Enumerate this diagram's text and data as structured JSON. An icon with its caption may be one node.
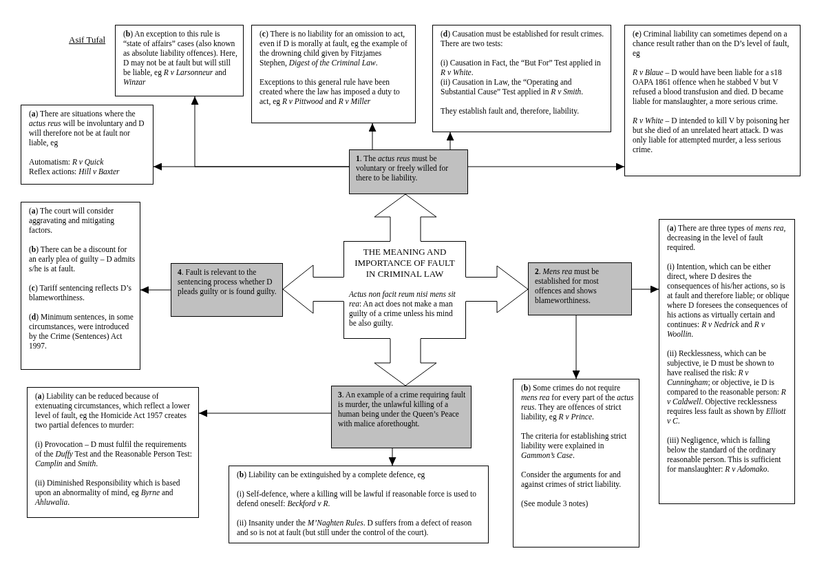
{
  "diagram": {
    "nodes": [
      {
        "text": [
          "(**b**) An exception to this rule is “state of affairs” cases (also known as absolute liability offences). Here, D may not be at fault but will still be liable, eg *R v Larsonneur* and *Winzar*"
        ]
      },
      {
        "text": [
          "(**c**) There is no liability for an omission to act, even if D is morally at fault, eg the example of the drowning child given by Fitzjames Stephen, *Digest of the Criminal Law*.",
          "Exceptions to this general rule have been created where the law has imposed a duty to act, eg *R v Pittwood* and *R v Miller*"
        ]
      },
      {
        "text": [
          "(**d**) Causation must be established for result crimes. There are two tests:",
          "(i) Causation in Fact, the “But For” Test applied in *R v White*.",
          "(ii) Causation in Law, the “Operating and Substantial Cause” Test applied in *R v Smith*.",
          "They establish fault and, therefore, liability."
        ]
      },
      {
        "text": [
          "(**e**) Criminal liability can sometimes depend on a chance result rather than on the D’s level of fault, eg",
          "*R v Blaue* – D would have been liable for a s18 OAPA 1861 offence when he stabbed V but V refused a blood transfusion and died. D became liable for manslaughter, a more serious crime.",
          "*R v White* – D intended to kill V by poisoning her but she died of an unrelated heart attack. D was only liable for attempted murder, a less serious crime."
        ]
      },
      {
        "text": [
          "(**a**) There are situations where the *actus reus* will be involuntary and D will therefore not be at fault nor liable, eg",
          "Automatism: *R v Quick*",
          "Reflex actions: *Hill v Baxter*"
        ]
      },
      {
        "text": [
          "**1**. The *actus reus* must be voluntary or freely willed for there to be liability."
        ]
      },
      {
        "text": [
          "(**a**) The court will consider aggravating and mitigating factors.",
          "(**b**) There can be a discount for an early plea of guilty – D admits s/he is at fault.",
          "(**c**) Tariff sentencing reflects D’s blameworthiness.",
          "(**d**) Minimum sentences, in some circumstances, were introduced by the Crime (Sentences) Act 1997."
        ]
      },
      {
        "text": [
          "**4**. Fault is relevant to the sentencing process whether D pleads guilty or is found guilty."
        ]
      },
      {
        "text": [
          "THE MEANING AND IMPORTANCE OF FAULT IN CRIMINAL LAW",
          "*Actus non facit reum nisi mens sit rea*: An act does not make a man guilty of a crime unless his mind be also guilty."
        ]
      },
      {
        "text": [
          "**2**. *Mens rea* must be established for most offences and shows blameworthiness."
        ]
      },
      {
        "text": [
          "(**a**) There are three types of *mens rea*, decreasing in the level of fault required.",
          "(i) Intention, which can be either direct, where D desires the consequences of his/her actions, so is at fault and therefore liable; or oblique where D foresees the consequences of his actions as virtually certain and continues: *R v Nedrick* and *R v Woollin*.",
          "(ii) Recklessness, which can be subjective, ie D must be shown to have realised the risk: *R v Cunningham*; or objective, ie D is compared to the reasonable person: *R v Caldwell*. Objective recklessness requires less fault as shown by *Elliott v C*.",
          "(iii) Negligence, which is falling below the standard of the ordinary reasonable person. This is sufficient for manslaughter: *R v Adomako*."
        ]
      },
      {
        "text": [
          "**3**. An example of a crime requiring fault is murder, the unlawful killing of a human being under the Queen’s Peace with malice aforethought."
        ]
      },
      {
        "text": [
          "(**a**) Liability can be reduced because of extenuating circumstances, which reflect a lower level of fault, eg the Homicide Act 1957 creates two partial defences to murder:",
          "(i) Provocation – D must fulfil the requirements of the *Duffy* Test and the Reasonable Person Test: *Camplin* and *Smith*.",
          "(ii) Diminished Responsibility which is based upon an abnormality of mind, eg *Byrne* and *Ahluwalia*."
        ]
      },
      {
        "text": [
          "(**b**) Some crimes do not require *mens rea* for every part of the *actus reus*. They are offences of strict liability, eg *R v Prince*.",
          "The criteria for establishing strict liability were explained in *Gammon’s Case*.",
          "Consider the arguments for and against crimes of strict liability.",
          "(See module 3 notes)"
        ]
      },
      {
        "text": [
          "(**b**) Liability can be extinguished by a complete defence, eg",
          "(i) Self-defence, where a killing will be lawful if reasonable force is used to defend oneself: *Beckford v R*.",
          "(ii) Insanity under the *M’Naghten Rules*. D suffers from a defect of reason and so is not at fault (but still under the control of the court)."
        ]
      }
    ],
    "edges": [
      {
        "from": 5,
        "to": 4,
        "arrow": "to"
      },
      {
        "from": 5,
        "to": 0,
        "arrow": "to"
      },
      {
        "from": 5,
        "to": 1,
        "arrow": "to"
      },
      {
        "from": 5,
        "to": 2,
        "arrow": "to"
      },
      {
        "from": 5,
        "to": 3,
        "arrow": "to"
      },
      {
        "from": 8,
        "to": 5,
        "arrow": "to",
        "style": "thick"
      },
      {
        "from": 8,
        "to": 9,
        "arrow": "to",
        "style": "thick"
      },
      {
        "from": 8,
        "to": 11,
        "arrow": "to",
        "style": "thick"
      },
      {
        "from": 8,
        "to": 7,
        "arrow": "to",
        "style": "thick"
      },
      {
        "from": 7,
        "to": 6,
        "arrow": "to"
      },
      {
        "from": 9,
        "to": 10,
        "arrow": "to"
      },
      {
        "from": 9,
        "to": 13,
        "arrow": "to"
      },
      {
        "from": 11,
        "to": 12,
        "arrow": "to"
      },
      {
        "from": 11,
        "to": 14,
        "arrow": "to"
      }
    ],
    "labels": [
      "Asif Tufal"
    ]
  }
}
